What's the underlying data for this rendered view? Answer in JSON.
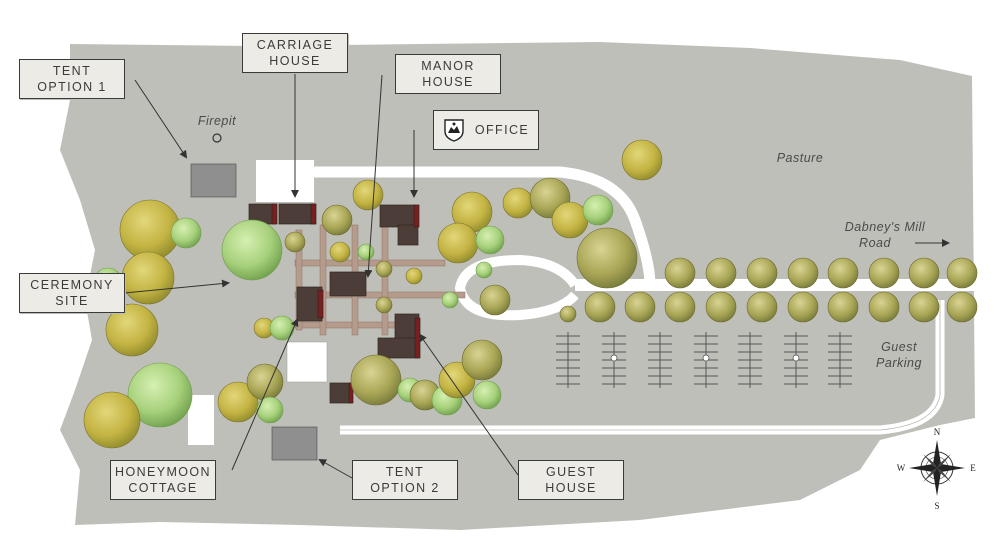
{
  "callouts": {
    "tent_option_1": [
      "TENT",
      "OPTION 1"
    ],
    "carriage_house": [
      "CARRIAGE",
      "HOUSE"
    ],
    "manor_house": [
      "MANOR",
      "HOUSE"
    ],
    "office": "OFFICE",
    "ceremony_site": [
      "CEREMONY",
      "SITE"
    ],
    "honeymoon_cottage": [
      "HONEYMOON",
      "COTTAGE"
    ],
    "tent_option_2": [
      "TENT",
      "OPTION 2"
    ],
    "guest_house": [
      "GUEST",
      "HOUSE"
    ]
  },
  "places": {
    "firepit": "Firepit",
    "pasture": "Pasture",
    "road": [
      "Dabney's Mill",
      "Road"
    ],
    "guest_parking": [
      "Guest",
      "Parking"
    ]
  },
  "compass": {
    "n": "N",
    "s": "S",
    "e": "E",
    "w": "W"
  },
  "colors": {
    "ground": "#bfbfb9",
    "path": "#ffffff",
    "building_roof": "#4d3d38",
    "building_accent": "#7a1f1f",
    "tent_pad": "#8f8f8f",
    "tree_yellow": "#c7b84a",
    "tree_green": "#a9d37b",
    "callout_bg": "#ecebe6"
  },
  "icons": [
    "office-crest-icon",
    "compass-rose-icon",
    "arrow-right-icon"
  ]
}
